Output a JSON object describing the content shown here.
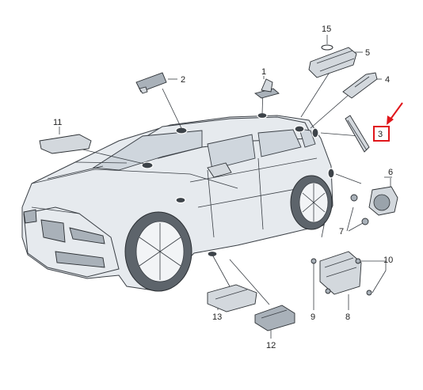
{
  "callouts": {
    "c1": "1",
    "c2": "2",
    "c3": "3",
    "c4": "4",
    "c5": "5",
    "c6": "6",
    "c7": "7",
    "c8": "8",
    "c9": "9",
    "c10": "10",
    "c11": "11",
    "c12": "12",
    "c13": "13",
    "c15": "15"
  },
  "colors": {
    "highlight_box": "#e0161b",
    "arrow": "#e0161b"
  }
}
